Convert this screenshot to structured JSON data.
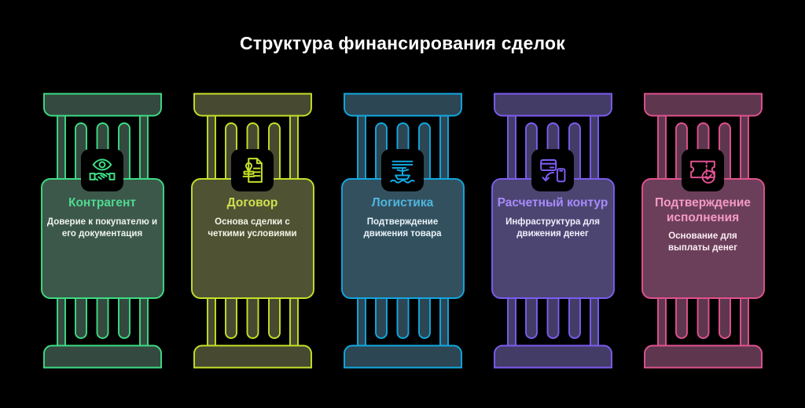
{
  "title": "Структура финансирования сделок",
  "background_color": "#000000",
  "title_color": "#ffffff",
  "pillars": [
    {
      "heading": "Контрагент",
      "description": "Доверие к покупателю и его документация",
      "icon": "eye-handshake-icon",
      "accent_color": "#3ddc84",
      "card_fill": "#3c584b",
      "shaft_fill": "#34493f",
      "heading_color": "#4fd98f",
      "desc_color": "#eef3f0"
    },
    {
      "heading": "Договор",
      "description": "Основа сделки с четкими условиями",
      "icon": "document-stamp-icon",
      "accent_color": "#c6e02a",
      "card_fill": "#4f5334",
      "shaft_fill": "#474a30",
      "heading_color": "#cfe050",
      "desc_color": "#f2f4e6"
    },
    {
      "heading": "Логистика",
      "description": "Подтверждение движения товара",
      "icon": "ship-waves-document-icon",
      "accent_color": "#12a8e0",
      "card_fill": "#33505f",
      "shaft_fill": "#2c4654",
      "heading_color": "#4fb6dd",
      "desc_color": "#e9f3f8"
    },
    {
      "heading": "Расчетный контур",
      "description": "Инфраструктура для движения денег",
      "icon": "card-phone-transfer-icon",
      "accent_color": "#7c5cf0",
      "card_fill": "#4c4572",
      "shaft_fill": "#433c66",
      "heading_color": "#a78bfa",
      "desc_color": "#f0eefc"
    },
    {
      "heading": "Подтверждение исполнения",
      "description": "Основание для выплаты денег",
      "icon": "receipt-check-icon",
      "accent_color": "#e0528f",
      "card_fill": "#6b3f59",
      "shaft_fill": "#5e374e",
      "heading_color": "#f49ac4",
      "desc_color": "#fceef5"
    }
  ]
}
